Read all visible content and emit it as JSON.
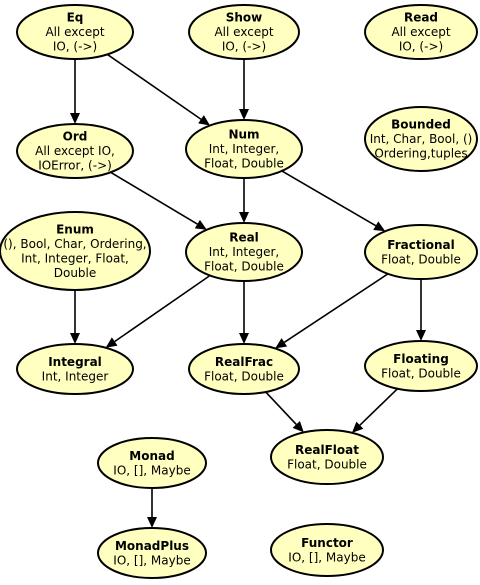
{
  "nodes": [
    {
      "id": "eq",
      "title": "Eq",
      "lines": [
        "All except",
        "IO, (->)"
      ]
    },
    {
      "id": "show",
      "title": "Show",
      "lines": [
        "All except",
        "IO, (->)"
      ]
    },
    {
      "id": "read",
      "title": "Read",
      "lines": [
        "All except",
        "IO, (->)"
      ]
    },
    {
      "id": "ord",
      "title": "Ord",
      "lines": [
        "All except IO,",
        "IOError, (->)"
      ]
    },
    {
      "id": "num",
      "title": "Num",
      "lines": [
        "Int, Integer,",
        "Float, Double"
      ]
    },
    {
      "id": "bounded",
      "title": "Bounded",
      "lines": [
        "Int, Char, Bool, ()",
        "Ordering,tuples"
      ]
    },
    {
      "id": "enum",
      "title": "Enum",
      "lines": [
        "(), Bool, Char, Ordering,",
        "Int, Integer, Float,",
        "Double"
      ]
    },
    {
      "id": "real",
      "title": "Real",
      "lines": [
        "Int, Integer,",
        "Float, Double"
      ]
    },
    {
      "id": "fractional",
      "title": "Fractional",
      "lines": [
        "Float, Double"
      ]
    },
    {
      "id": "integral",
      "title": "Integral",
      "lines": [
        "Int, Integer"
      ]
    },
    {
      "id": "realfrac",
      "title": "RealFrac",
      "lines": [
        "Float, Double"
      ]
    },
    {
      "id": "floating",
      "title": "Floating",
      "lines": [
        "Float, Double"
      ]
    },
    {
      "id": "realfloat",
      "title": "RealFloat",
      "lines": [
        "Float, Double"
      ]
    },
    {
      "id": "monad",
      "title": "Monad",
      "lines": [
        "IO, [], Maybe"
      ]
    },
    {
      "id": "monadplus",
      "title": "MonadPlus",
      "lines": [
        "IO, [], Maybe"
      ]
    },
    {
      "id": "functor",
      "title": "Functor",
      "lines": [
        "IO, [], Maybe"
      ]
    }
  ],
  "edges": [
    {
      "from": "eq",
      "to": "ord"
    },
    {
      "from": "eq",
      "to": "num"
    },
    {
      "from": "show",
      "to": "num"
    },
    {
      "from": "ord",
      "to": "real"
    },
    {
      "from": "num",
      "to": "real"
    },
    {
      "from": "num",
      "to": "fractional"
    },
    {
      "from": "enum",
      "to": "integral"
    },
    {
      "from": "real",
      "to": "integral"
    },
    {
      "from": "real",
      "to": "realfrac"
    },
    {
      "from": "fractional",
      "to": "realfrac"
    },
    {
      "from": "fractional",
      "to": "floating"
    },
    {
      "from": "realfrac",
      "to": "realfloat"
    },
    {
      "from": "floating",
      "to": "realfloat"
    },
    {
      "from": "monad",
      "to": "monadplus"
    }
  ]
}
